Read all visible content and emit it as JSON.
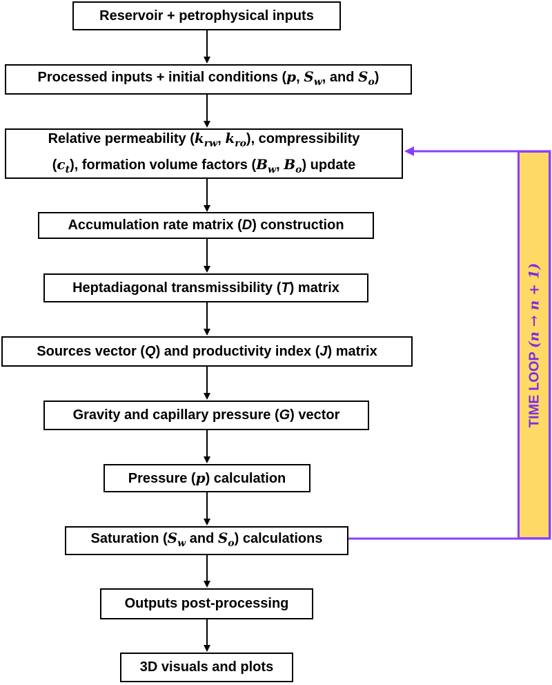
{
  "steps": {
    "s1": "Reservoir + petrophysical inputs",
    "s2_a": "Processed inputs + initial conditions (",
    "s2_p": "p",
    "s2_b": ", ",
    "s2_sw": "S",
    "s2_sw_sub": "w",
    "s2_c": ", and ",
    "s2_so": "S",
    "s2_so_sub": "o",
    "s2_d": ")",
    "s3_l1_a": "Relative permeability (",
    "s3_krw": "k",
    "s3_krw_sub": "rw",
    "s3_l1_b": ", ",
    "s3_kro": "k",
    "s3_kro_sub": "ro",
    "s3_l1_c": "), compressibility",
    "s3_l2_a": "(",
    "s3_ct": "c",
    "s3_ct_sub": "t",
    "s3_l2_b": "), formation volume factors (",
    "s3_bw": "B",
    "s3_bw_sub": "w",
    "s3_l2_c": ", ",
    "s3_bo": "B",
    "s3_bo_sub": "o",
    "s3_l2_d": ") update",
    "s4_a": "Accumulation rate matrix (",
    "s4_v": "D",
    "s4_b": ") construction",
    "s5_a": "Heptadiagonal transmissibility (",
    "s5_v": "T",
    "s5_b": ") matrix",
    "s6_a": "Sources vector (",
    "s6_v1": "Q",
    "s6_b": ") and productivity index (",
    "s6_v2": "J",
    "s6_c": ") matrix",
    "s7_a": "Gravity and capillary pressure (",
    "s7_v": "G",
    "s7_b": ") vector",
    "s8_a": "Pressure (",
    "s8_v": "p",
    "s8_b": ") calculation",
    "s9_a": "Saturation (",
    "s9_sw": "S",
    "s9_sw_sub": "w",
    "s9_b": " and ",
    "s9_so": "S",
    "s9_so_sub": "o",
    "s9_c": ") calculations",
    "s10": "Outputs post-processing",
    "s11": "3D visuals and plots"
  },
  "loop": {
    "label": "TIME LOOP ",
    "math": "(n → n + 1)"
  },
  "colors": {
    "loop_line": "#8a3ffc",
    "loop_fill": "#ffd966",
    "loop_text": "#7a30e0",
    "box_border": "#000000"
  }
}
